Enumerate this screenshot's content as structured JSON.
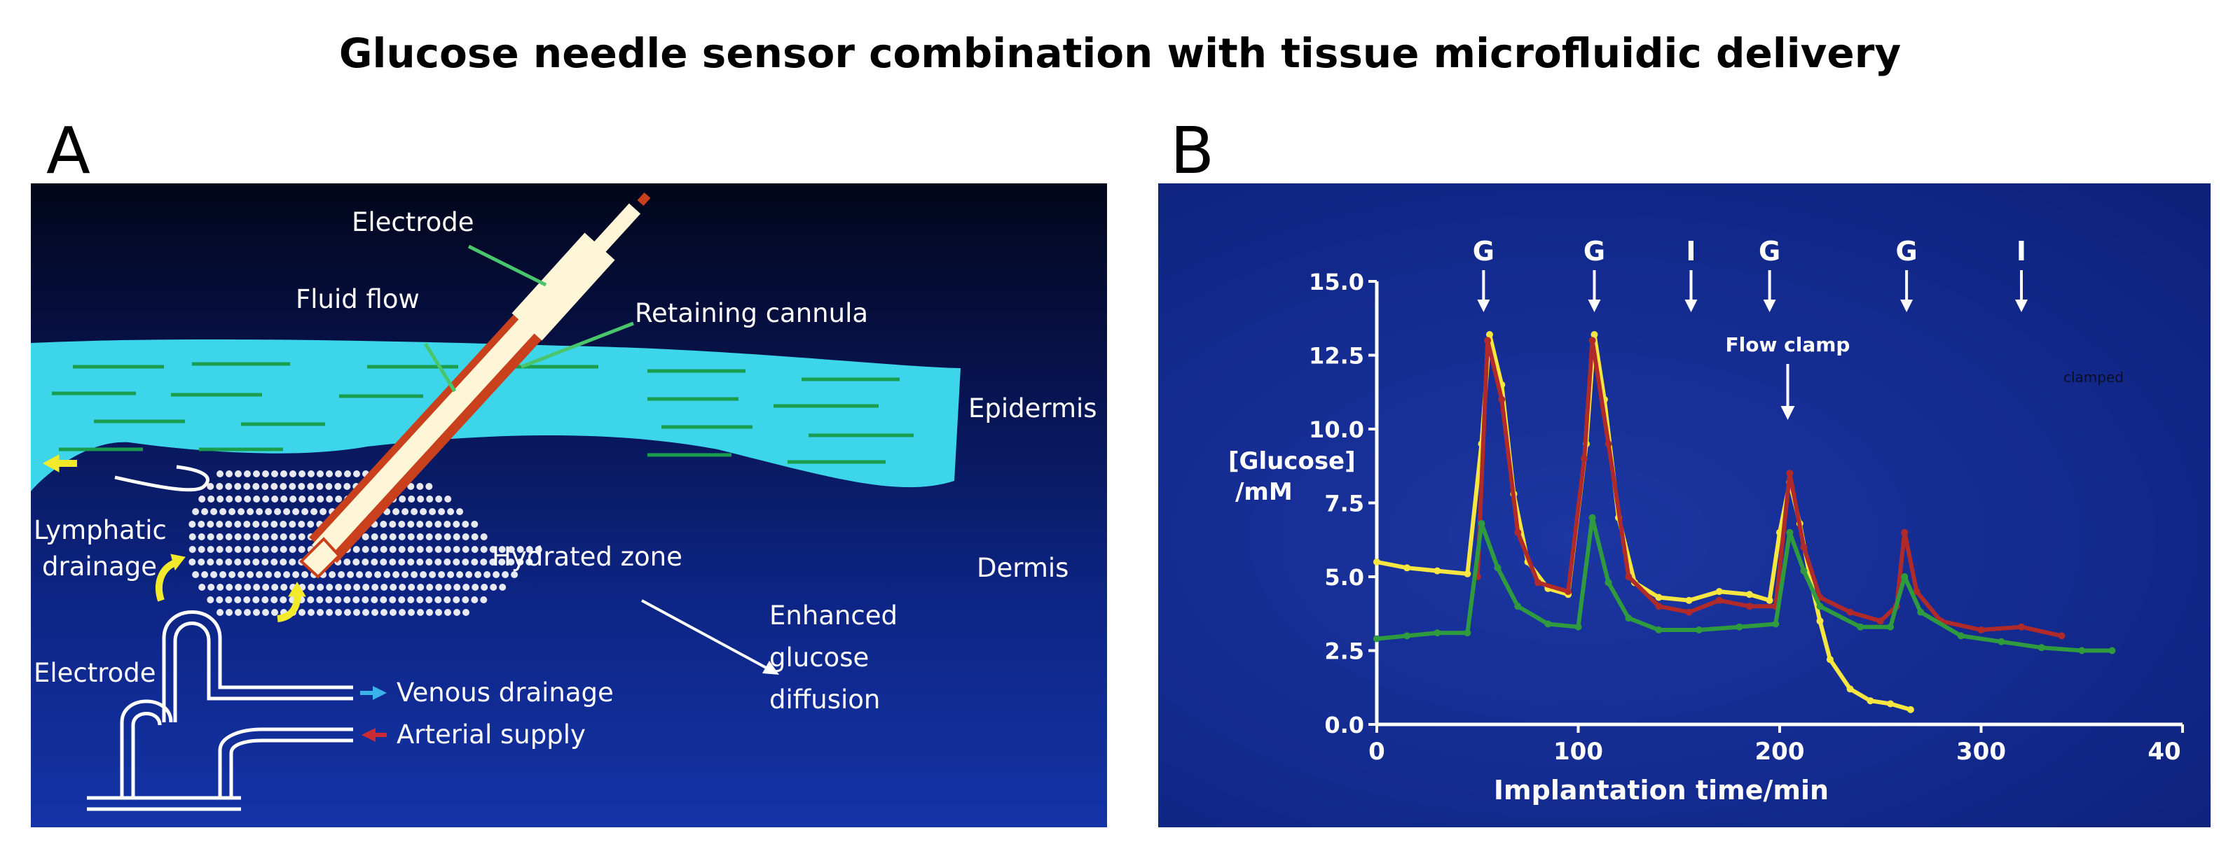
{
  "figure": {
    "title": "Glucose needle sensor combination with tissue microfluidic delivery",
    "panel_a_letter": "A",
    "panel_b_letter": "B"
  },
  "diagram": {
    "labels": {
      "electrode_top": "Electrode",
      "fluid_flow": "Fluid flow",
      "retaining_cannula": "Retaining cannula",
      "epidermis": "Epidermis",
      "lymphatic_1": "Lymphatic",
      "lymphatic_2": "drainage",
      "hydrated_zone": "Hydrated zone",
      "dermis": "Dermis",
      "enhanced_1": "Enhanced",
      "enhanced_2": "glucose",
      "enhanced_3": "diffusion",
      "electrode_left": "Electrode",
      "venous": "Venous drainage",
      "arterial": "Arterial supply"
    },
    "colors": {
      "epidermis": "#3dd5ea",
      "epidermis_lines": "#1a9e4e",
      "cannula": "#c8401c",
      "lymph_arrow": "#f2ea2a",
      "venous_arrow": "#3ab3e8",
      "arterial_arrow": "#cc2a33"
    }
  },
  "chart_data": {
    "type": "line",
    "ylabel_1": "[Glucose]",
    "ylabel_2": "/mM",
    "xlabel": "Implantation time/min",
    "xlim": [
      0,
      400
    ],
    "ylim": [
      0,
      15
    ],
    "x_ticks": [
      0,
      100,
      200,
      300
    ],
    "x_tick_labels": [
      "0",
      "100",
      "200",
      "300",
      "40"
    ],
    "y_ticks": [
      0,
      2.5,
      5,
      7.5,
      10,
      12.5,
      15
    ],
    "y_tick_labels": [
      "0.0",
      "2.5",
      "5.0",
      "7.5",
      "10.0",
      "12.5",
      "15.0"
    ],
    "grid": false,
    "markers": [
      {
        "label": "G",
        "x": 53
      },
      {
        "label": "G",
        "x": 108
      },
      {
        "label": "I",
        "x": 156
      },
      {
        "label": "G",
        "x": 195
      },
      {
        "label": "G",
        "x": 263
      },
      {
        "label": "I",
        "x": 320
      }
    ],
    "annotation": {
      "text": "Flow clamp",
      "x": 204
    },
    "side_text": "clamped",
    "series": [
      {
        "color": "#f5e642",
        "points": [
          [
            0,
            5.5
          ],
          [
            15,
            5.3
          ],
          [
            30,
            5.2
          ],
          [
            45,
            5.1
          ],
          [
            52,
            9.5
          ],
          [
            56,
            13.2
          ],
          [
            62,
            11.5
          ],
          [
            68,
            7.8
          ],
          [
            75,
            5.5
          ],
          [
            85,
            4.6
          ],
          [
            95,
            4.4
          ],
          [
            104,
            9.5
          ],
          [
            108,
            13.2
          ],
          [
            113,
            11.0
          ],
          [
            120,
            7.0
          ],
          [
            128,
            4.8
          ],
          [
            140,
            4.3
          ],
          [
            155,
            4.2
          ],
          [
            170,
            4.5
          ],
          [
            185,
            4.4
          ],
          [
            195,
            4.2
          ],
          [
            200,
            6.5
          ],
          [
            205,
            8.2
          ],
          [
            210,
            6.8
          ],
          [
            215,
            5.0
          ],
          [
            220,
            3.5
          ],
          [
            225,
            2.2
          ],
          [
            235,
            1.2
          ],
          [
            245,
            0.8
          ],
          [
            255,
            0.7
          ],
          [
            265,
            0.5
          ]
        ]
      },
      {
        "color": "#b02a2a",
        "points": [
          [
            50,
            5.0
          ],
          [
            55,
            13.0
          ],
          [
            62,
            11.0
          ],
          [
            70,
            6.5
          ],
          [
            80,
            4.8
          ],
          [
            95,
            4.5
          ],
          [
            103,
            9.0
          ],
          [
            107,
            13.0
          ],
          [
            115,
            9.5
          ],
          [
            125,
            5.0
          ],
          [
            140,
            4.0
          ],
          [
            155,
            3.8
          ],
          [
            170,
            4.2
          ],
          [
            185,
            4.0
          ],
          [
            198,
            4.0
          ],
          [
            205,
            8.5
          ],
          [
            212,
            6.0
          ],
          [
            220,
            4.3
          ],
          [
            235,
            3.8
          ],
          [
            250,
            3.5
          ],
          [
            258,
            4.0
          ],
          [
            262,
            6.5
          ],
          [
            268,
            4.5
          ],
          [
            280,
            3.5
          ],
          [
            300,
            3.2
          ],
          [
            320,
            3.3
          ],
          [
            340,
            3.0
          ]
        ]
      },
      {
        "color": "#2f9a3e",
        "points": [
          [
            0,
            2.9
          ],
          [
            15,
            3.0
          ],
          [
            30,
            3.1
          ],
          [
            45,
            3.1
          ],
          [
            52,
            6.8
          ],
          [
            60,
            5.3
          ],
          [
            70,
            4.0
          ],
          [
            85,
            3.4
          ],
          [
            100,
            3.3
          ],
          [
            107,
            7.0
          ],
          [
            115,
            4.8
          ],
          [
            125,
            3.6
          ],
          [
            140,
            3.2
          ],
          [
            160,
            3.2
          ],
          [
            180,
            3.3
          ],
          [
            198,
            3.4
          ],
          [
            205,
            6.5
          ],
          [
            212,
            5.2
          ],
          [
            220,
            4.0
          ],
          [
            240,
            3.3
          ],
          [
            255,
            3.3
          ],
          [
            262,
            5.0
          ],
          [
            270,
            3.8
          ],
          [
            290,
            3.0
          ],
          [
            310,
            2.8
          ],
          [
            330,
            2.6
          ],
          [
            350,
            2.5
          ],
          [
            365,
            2.5
          ]
        ]
      }
    ]
  }
}
